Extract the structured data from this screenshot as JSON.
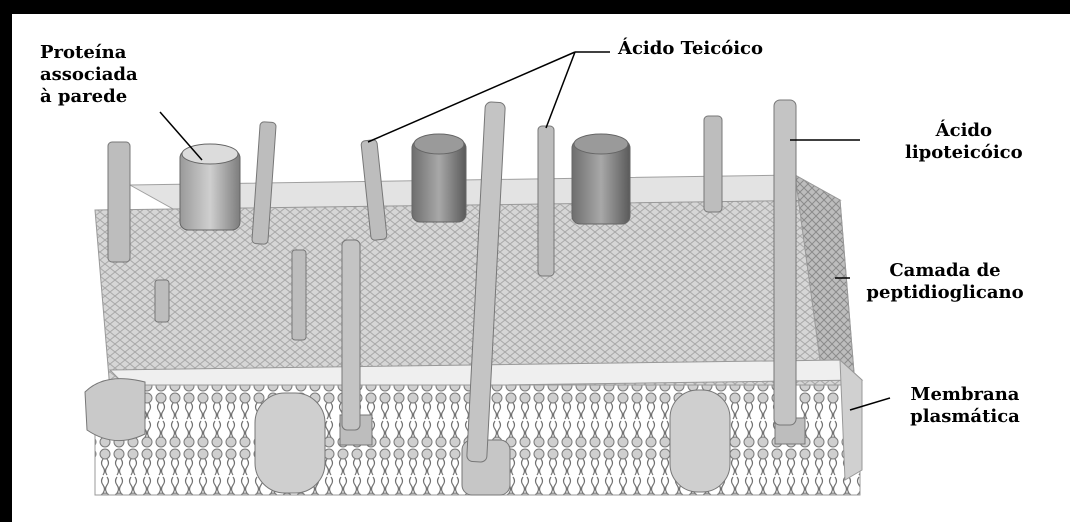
{
  "labels": {
    "wall_protein": [
      "Proteína",
      "associada",
      "à parede"
    ],
    "teichoic_acid": "Ácido Teicóico",
    "lipoteichoic_acid": [
      "Ácido",
      "lipoteicóico"
    ],
    "peptidoglycan": [
      "Camada de",
      "peptidioglicano"
    ],
    "membrane": [
      "Membrana",
      "plasmática"
    ]
  }
}
